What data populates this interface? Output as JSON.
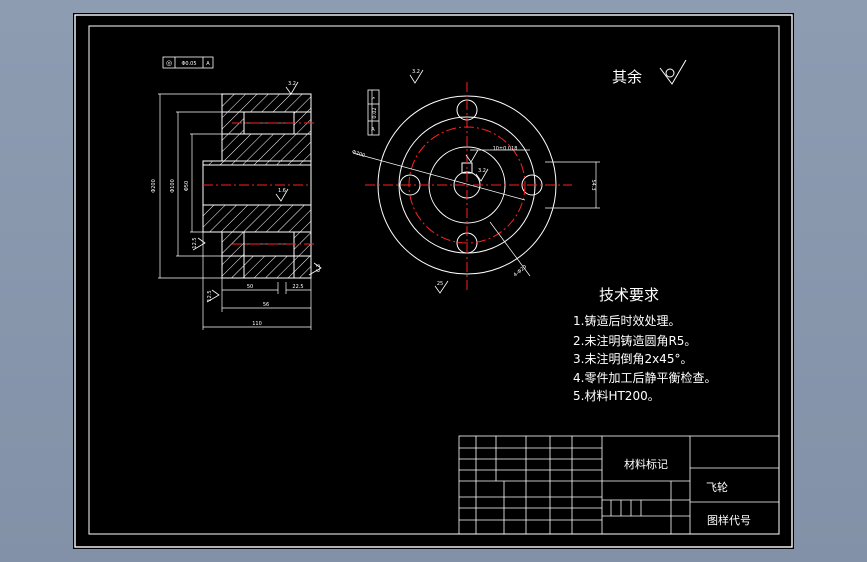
{
  "rest_mark": {
    "label": "其余",
    "value": ""
  },
  "tech": {
    "title": "技术要求",
    "items": [
      "1.铸造后时效处理。",
      "2.未注明铸造圆角R5。",
      "3.未注明倒角2x45°。",
      "4.零件加工后静平衡检查。",
      "5.材料HT200。"
    ]
  },
  "title_block": {
    "material_label": "材料标记",
    "part_name": "飞轮",
    "drawing_code_label": "图样代号"
  },
  "dims": {
    "section": {
      "d_outer": "Φ200",
      "d_mid": "Φ100",
      "d_inner": "Φ50",
      "w_50": "50",
      "w_22": "22.5",
      "w_56": "56",
      "w_110": "110",
      "ra_top": "3.2",
      "ra_bore": "1.6",
      "ra_left": "12.5",
      "ra_bottom": "12.5",
      "ra_right": "6.3"
    },
    "face": {
      "ra_top": "3.2",
      "keyway": "10±0.018",
      "ra_key": "3.2",
      "hub": "Φ200",
      "bolt_circle": "4-Φ20",
      "d_right": "54.3",
      "ra_bottom": "25"
    },
    "tolerance_frame": [
      "◎",
      "Φ0.05",
      "A"
    ],
    "runout_frame": [
      "↗",
      "0.02",
      "A"
    ]
  },
  "colors": {
    "line": "#ffffff",
    "center": "#ff2020",
    "dim": "#ffffff",
    "sheet": "#000000",
    "viewport": "#8d9bb0"
  }
}
